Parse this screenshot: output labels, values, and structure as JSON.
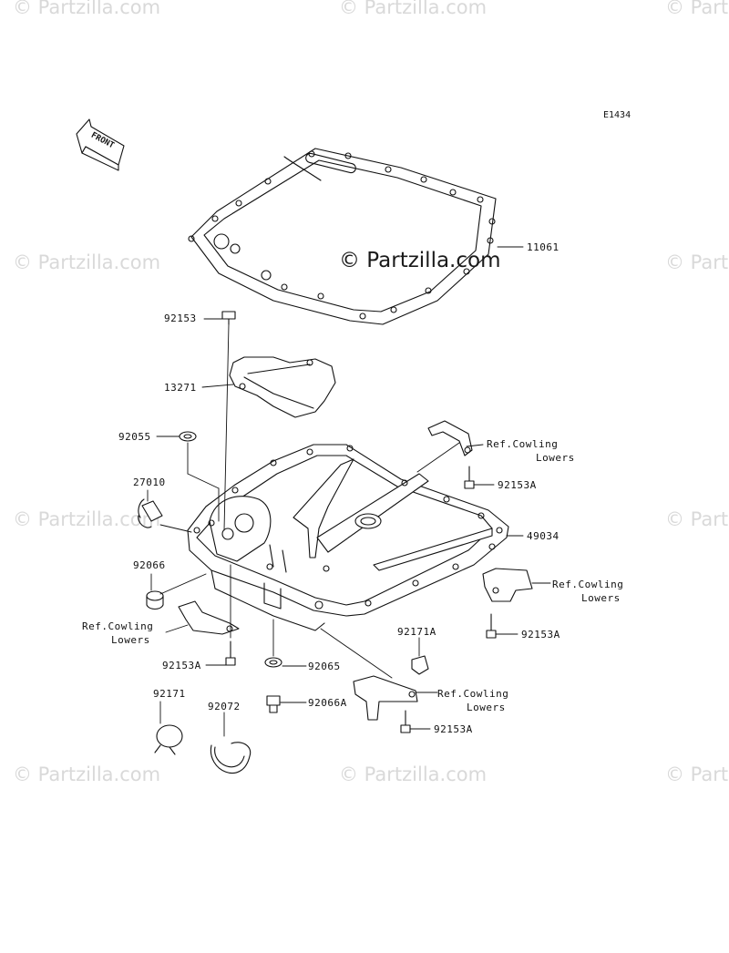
{
  "diagram_code": "E1434",
  "front_label": "FRONT",
  "watermark_main": "© Partzilla.com",
  "watermark_faint": "© Partzilla.com",
  "parts": {
    "p11061": "11061",
    "p92153_top": "92153",
    "p13271": "13271",
    "p92055": "92055",
    "p27010": "27010",
    "p92066": "92066",
    "p92153A_left": "92153A",
    "p92171": "92171",
    "p92072": "92072",
    "p92065": "92065",
    "p92066A": "92066A",
    "p92171A": "92171A",
    "p92153A_bottom": "92153A",
    "p49034": "49034",
    "p92153A_right_top": "92153A",
    "p92153A_right_mid": "92153A"
  },
  "refs": {
    "right_top": {
      "line1": "Ref.Cowling",
      "line2": "Lowers"
    },
    "right_mid": {
      "line1": "Ref.Cowling",
      "line2": "Lowers"
    },
    "left": {
      "line1": "Ref.Cowling",
      "line2": "Lowers"
    },
    "bottom": {
      "line1": "Ref.Cowling",
      "line2": "Lowers"
    }
  }
}
